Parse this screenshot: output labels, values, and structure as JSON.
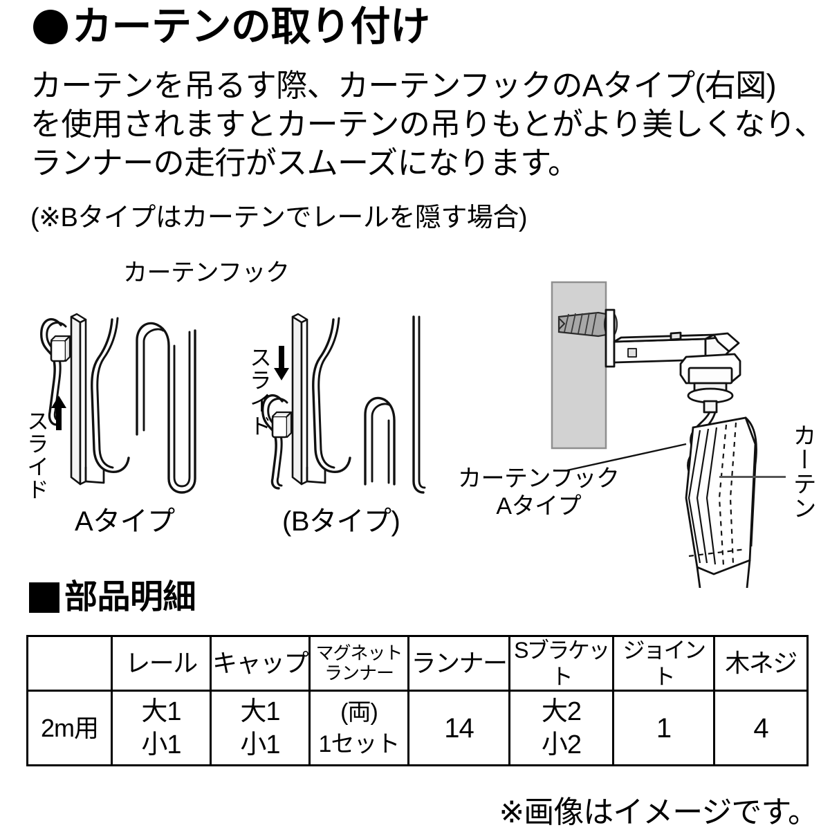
{
  "heading": {
    "bullet_icon": "filled-circle-bullet",
    "title": "カーテンの取り付け"
  },
  "body": {
    "lines": [
      "カーテンを吊るす際、カーテンフックのAタイプ(右図)",
      "を使用されますとカーテンの吊りもとがより美しくなり、",
      "ランナーの走行がスムーズになります。"
    ],
    "note": "(※Bタイプはカーテンでレールを隠す場合)"
  },
  "figure": {
    "hook_title": "カーテンフック",
    "a_type_caption": "Aタイプ",
    "b_type_caption": "(Bタイプ)",
    "slide_label_a": "スライド",
    "slide_label_b": "スライド",
    "slide_direction_a": "up",
    "slide_direction_b": "down",
    "bracket_label_line1": "カーテンフック",
    "bracket_label_line2": "Aタイプ",
    "curtain_label": "カーテン"
  },
  "parts_section": {
    "square_icon": "filled-square-bullet",
    "title": "部品明細"
  },
  "parts_table": {
    "headers": [
      "",
      "レール",
      "キャップ",
      "マグネット\nランナー",
      "ランナー",
      "Sブラケット",
      "ジョイント",
      "木ネジ"
    ],
    "header_magnet_line1": "マグネット",
    "header_magnet_line2": "ランナー",
    "rows": [
      {
        "label": "2m用",
        "rail_line1": "大1",
        "rail_line2": "小1",
        "cap_line1": "大1",
        "cap_line2": "小1",
        "magnet_line1": "(両)",
        "magnet_line2": "1セット",
        "runner": "14",
        "bracket_line1": "大2",
        "bracket_line2": "小2",
        "joint": "1",
        "screw": "4"
      }
    ]
  },
  "footer": {
    "note": "※画像はイメージです。"
  },
  "colors": {
    "ink": "#000000",
    "background": "#ffffff",
    "wall_fill": "#d2d2d2",
    "screw_fill": "#a8a8a8",
    "leader_line": "#555555"
  }
}
